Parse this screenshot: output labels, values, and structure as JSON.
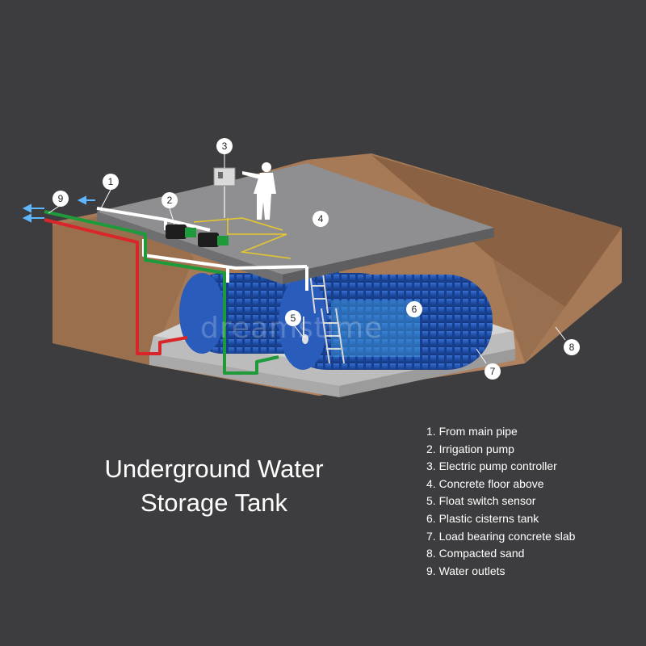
{
  "title": {
    "line1": "Underground Water",
    "line2": "Storage Tank"
  },
  "callouts": [
    "1",
    "2",
    "3",
    "4",
    "5",
    "6",
    "7",
    "8",
    "9"
  ],
  "legend": [
    "1. From main pipe",
    "2. Irrigation pump",
    "3. Electric pump controller",
    "4. Concrete floor above",
    "5. Float switch sensor",
    "6. Plastic cisterns tank",
    "7. Load bearing concrete slab",
    "8. Compacted sand",
    "9. Water outlets"
  ],
  "watermark": "dreamstime",
  "colors": {
    "background": "#3d3d3f",
    "sand": "#a67a57",
    "tank": "#1f4fa8",
    "pipe_main": "#ffffff",
    "pipe_green": "#1f9a3a",
    "pipe_red": "#d8262b",
    "slab": "#cfcfcf"
  }
}
